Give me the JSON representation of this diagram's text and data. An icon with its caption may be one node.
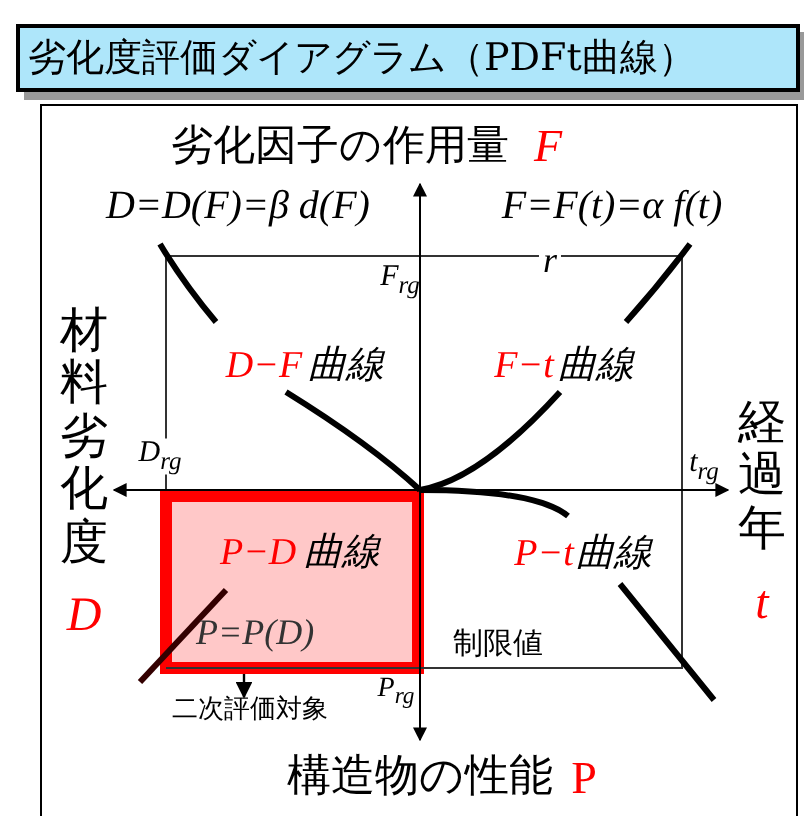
{
  "diagram": {
    "title": "劣化度評価ダイアグラム（PDFt曲線）",
    "nodes": [
      {
        "text": [
          "P−D",
          "曲線",
          "P=P(D)"
        ]
      },
      {
        "text": [
          "二次評価対象"
        ]
      }
    ],
    "edges": [
      {
        "from": 0,
        "to": 1,
        "arrow": "to"
      }
    ],
    "labels": [
      "劣化因子の作用量",
      "F",
      "D=D(F)=β d(F)",
      "F=F(t)=α f(t)",
      "F$_{rg}$",
      "r",
      "D−F",
      "曲線",
      "F−t",
      "曲線",
      "材料劣化度",
      "経過年",
      "D$_{rg}$",
      "t$_{rg}$",
      "P−t",
      "曲線",
      "D",
      "t",
      "制限値",
      "P$_{rg}$",
      "構造物の性能",
      "P"
    ]
  }
}
